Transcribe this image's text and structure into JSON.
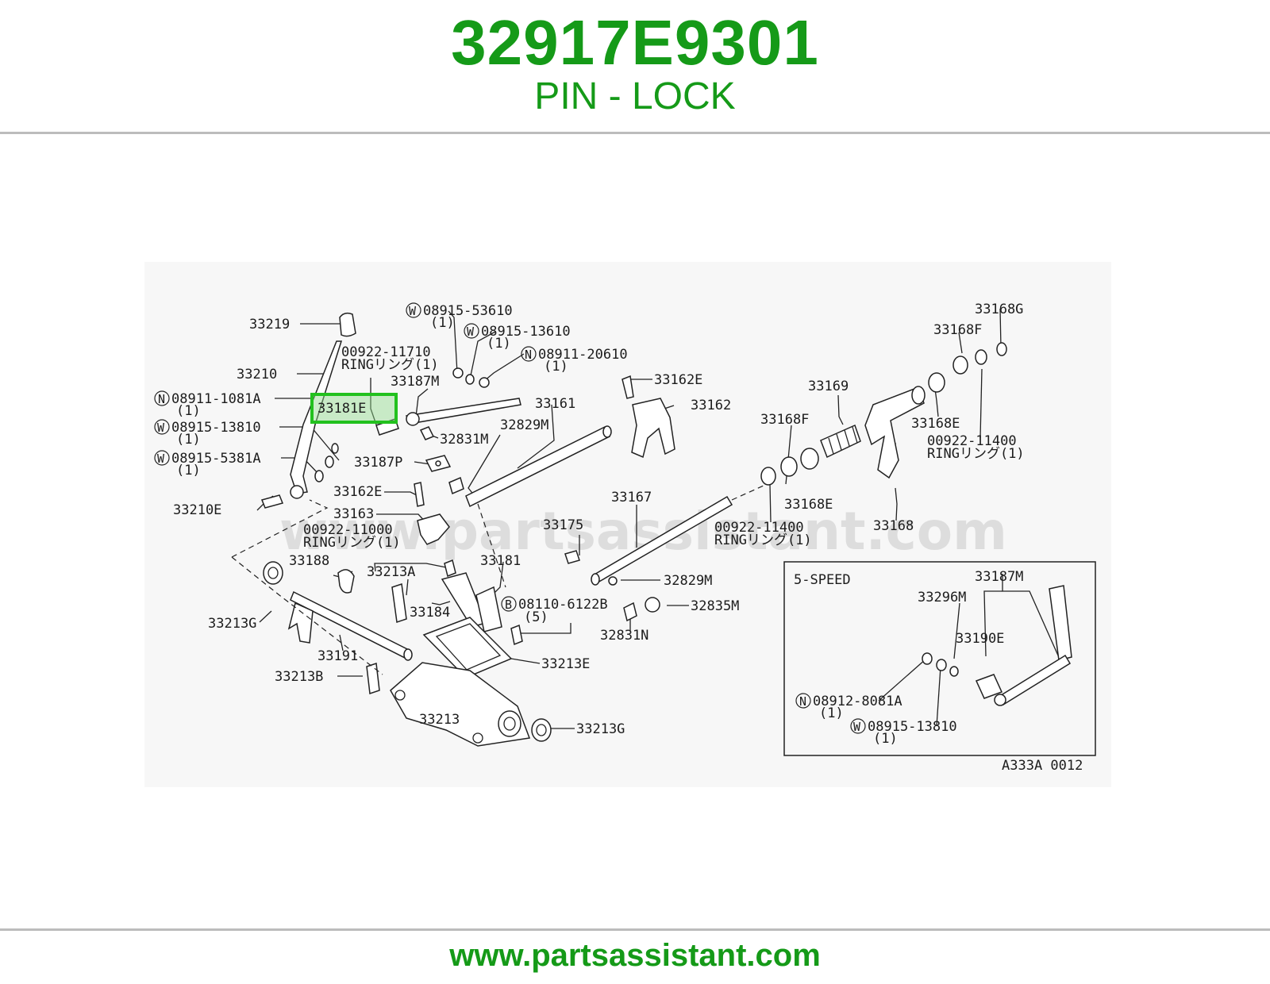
{
  "header": {
    "part_number": "32917E9301",
    "part_name": "PIN - LOCK"
  },
  "watermark": "www.partsassistant.com",
  "highlight": {
    "label": "33181E",
    "color": "#22c11e"
  },
  "inset_title": "5-SPEED",
  "diagram_code": "A333A 0012",
  "labels": {
    "l33219": "33219",
    "l08915_53610": "08915-53610",
    "q1a": "(1)",
    "l08915_13610": "08915-13610",
    "q1b": "(1)",
    "l08911_20610": "08911-20610",
    "q1c": "(1)",
    "l00922_11710": "00922-11710",
    "ring1": "RINGリング(1)",
    "l33210": "33210",
    "l33187M": "33187M",
    "l08911_1081A": "08911-1081A",
    "q1d": "(1)",
    "l08915_13810": "08915-13810",
    "q1e": "(1)",
    "l08915_5381A": "08915-5381A",
    "q1f": "(1)",
    "l32831M": "32831M",
    "l33187P": "33187P",
    "l33161": "33161",
    "l32829M_a": "32829M",
    "l33162E_a": "33162E",
    "l33162": "33162",
    "l33169": "33169",
    "l33168F_a": "33168F",
    "l33168F_b": "33168F",
    "l33168G": "33168G",
    "l33168E_a": "33168E",
    "l00922_11400_a": "00922-11400",
    "ring2": "RINGリング(1)",
    "l33210E": "33210E",
    "l33162E_b": "33162E",
    "l33163": "33163",
    "l00922_11000": "00922-11000",
    "ring3": "RINGリング(1)",
    "l33167": "33167",
    "l33168E_b": "33168E",
    "l00922_11400_b": "00922-11400",
    "ring4": "RINGリング(1)",
    "l33168": "33168",
    "l33175": "33175",
    "l33188": "33188",
    "l33213A": "33213A",
    "l33181": "33181",
    "l32829M_b": "32829M",
    "l33184": "33184",
    "l08110_6122B": "08110-6122B",
    "q5": "(5)",
    "l32835M": "32835M",
    "l33213G_a": "33213G",
    "l32831N": "32831N",
    "l33191": "33191",
    "l33213E": "33213E",
    "l33213B": "33213B",
    "l33213": "33213",
    "l33213G_b": "33213G",
    "i33187M": "33187M",
    "i33296M": "33296M",
    "i33190E": "33190E",
    "i08912_8081A": "08912-8081A",
    "iq1a": "(1)",
    "i08915_13810": "08915-13810",
    "iq1b": "(1)"
  }
}
